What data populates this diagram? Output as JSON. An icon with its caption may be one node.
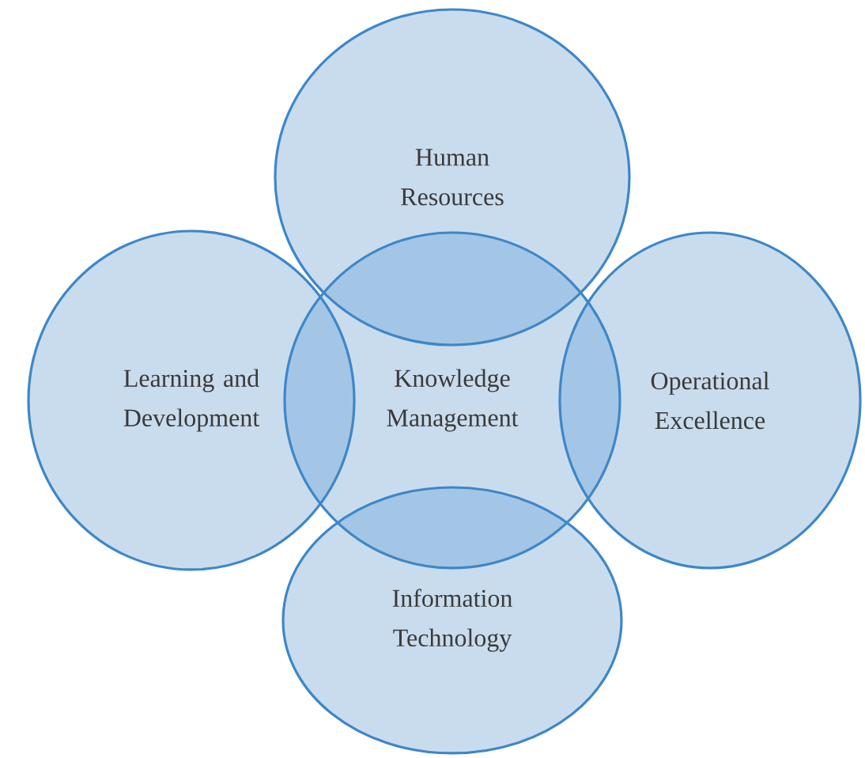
{
  "diagram": {
    "nodes": [
      {
        "text": [
          "Human Resources"
        ]
      },
      {
        "text": [
          "Learning and Development"
        ]
      },
      {
        "text": [
          "Knowledge Management"
        ]
      },
      {
        "text": [
          "Operational Excellence"
        ]
      },
      {
        "text": [
          "Information Technology"
        ]
      }
    ]
  }
}
